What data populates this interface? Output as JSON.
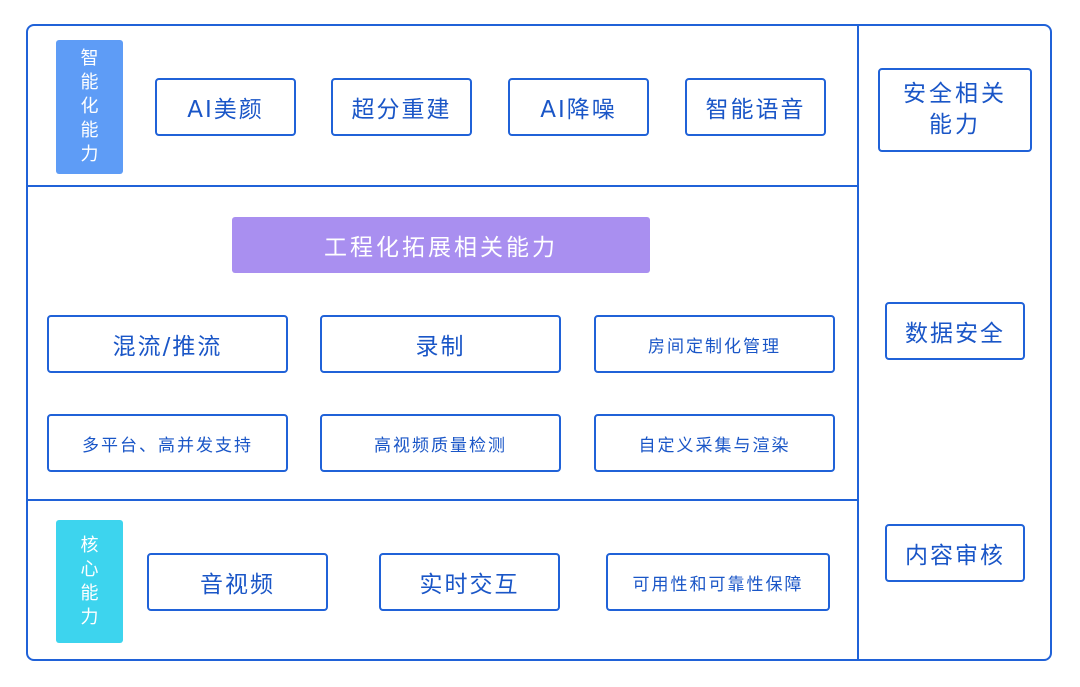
{
  "colors": {
    "border": "#2062d8",
    "text": "#1a56c7",
    "tag_top": "#5e9cf6",
    "tag_bottom": "#3dd4ee",
    "banner": "#a98ff0"
  },
  "intelligent": {
    "tag_chars": [
      "智",
      "能",
      "化",
      "能",
      "力"
    ],
    "items": [
      "AI美颜",
      "超分重建",
      "AI降噪",
      "智能语音"
    ]
  },
  "engineering": {
    "banner": "工程化拓展相关能力",
    "row1": [
      "混流/推流",
      "录制",
      "房间定制化管理"
    ],
    "row2": [
      "多平台、高并发支持",
      "高视频质量检测",
      "自定义采集与渲染"
    ]
  },
  "core": {
    "tag_chars": [
      "核",
      "心",
      "能",
      "力"
    ],
    "items": [
      "音视频",
      "实时交互",
      "可用性和可靠性保障"
    ]
  },
  "security": {
    "header_line1": "安全相关",
    "header_line2": "能力",
    "data_security": "数据安全",
    "content_review": "内容审核"
  }
}
